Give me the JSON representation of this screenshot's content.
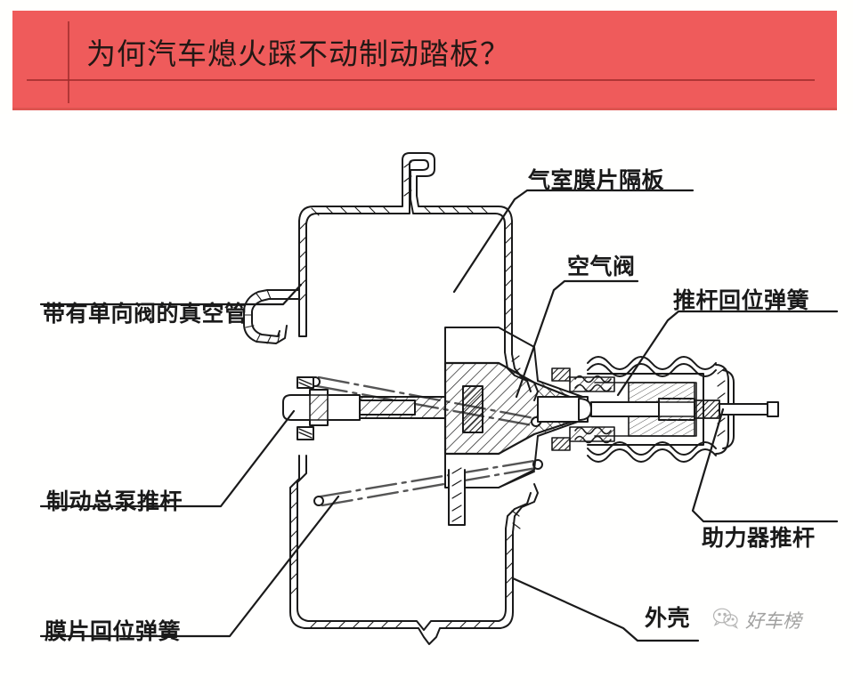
{
  "header": {
    "title": "为何汽车熄火踩不动制动踏板？",
    "background_color": "#ef5b5b",
    "rule_color": "#a02c2c",
    "text_color": "#231815"
  },
  "diagram": {
    "subject": "汽车真空制动助力器剖视图",
    "background_color": "#fffffe",
    "line_color": "#1a1a1a",
    "labels": [
      {
        "id": "vacuum-tube",
        "text": "带有单向阀的真空管",
        "side": "left"
      },
      {
        "id": "master-pushrod",
        "text": "制动总泵推杆",
        "side": "left"
      },
      {
        "id": "diaphragm-spring",
        "text": "膜片回位弹簧",
        "side": "left"
      },
      {
        "id": "chamber-diaphragm",
        "text": "气室膜片隔板",
        "side": "right"
      },
      {
        "id": "air-valve",
        "text": "空气阀",
        "side": "right"
      },
      {
        "id": "pushrod-spring",
        "text": "推杆回位弹簧",
        "side": "right"
      },
      {
        "id": "booster-pushrod",
        "text": "助力器推杆",
        "side": "right"
      },
      {
        "id": "housing",
        "text": "外壳",
        "side": "right"
      }
    ]
  },
  "watermark": {
    "account_name": "好车榜",
    "icon": "wechat-icon"
  }
}
